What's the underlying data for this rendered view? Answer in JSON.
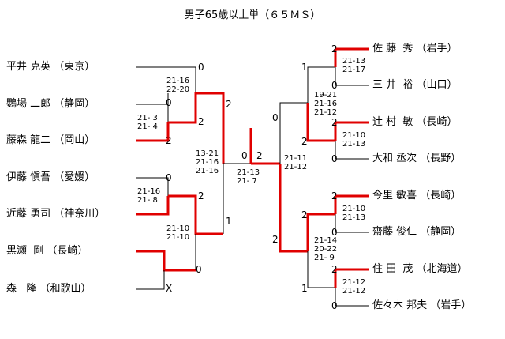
{
  "title": "男子65歳以上単（６５ＭＳ）",
  "colors": {
    "winner_line": "#e00000",
    "loser_line": "#000000"
  },
  "left_players": [
    {
      "name": "平井 克英",
      "pref": "（東京）"
    },
    {
      "name": "鸚場 二郎",
      "pref": "（静岡）"
    },
    {
      "name": "藤森 龍二",
      "pref": "（岡山）"
    },
    {
      "name": "伊藤 愼吾",
      "pref": "（愛媛）"
    },
    {
      "name": "近藤 勇司",
      "pref": "（神奈川）"
    },
    {
      "name": "黒瀬  剛",
      "pref": "（長崎）"
    },
    {
      "name": "森   隆",
      "pref": "（和歌山）"
    }
  ],
  "right_players": [
    {
      "name": "佐 藤  秀",
      "pref": "（岩手）"
    },
    {
      "name": "三 井  裕",
      "pref": "（山口）"
    },
    {
      "name": "辻 村  敏",
      "pref": "（長崎）"
    },
    {
      "name": "大和 丞次",
      "pref": "（長野）"
    },
    {
      "name": "今里 敏喜",
      "pref": "（長崎）"
    },
    {
      "name": "齋藤 俊仁",
      "pref": "（静岡）"
    },
    {
      "name": "住 田  茂",
      "pref": "（北海道）"
    },
    {
      "name": "佐々木 邦夫",
      "pref": "（岩手）"
    }
  ],
  "scores": {
    "l_m1_top": "0",
    "l_m1_bot": "2",
    "l_m2_top": "0",
    "l_m2_bot": "2",
    "l_m3_top": "0",
    "l_m3_bot": "2",
    "l_m4_top": "0",
    "l_m4_bot": "X",
    "l_m5_top": "2",
    "l_m5_bot": "1",
    "final_left": "0",
    "final_right": "2",
    "r_m1_top": "2",
    "r_m1_bot": "0",
    "r_m2_top": "2",
    "r_m2_bot": "0",
    "r_m3_top": "2",
    "r_m3_bot": "0",
    "r_m4_top": "2",
    "r_m4_bot": "0",
    "r_m5_top": "1",
    "r_m5_bot": "2",
    "r_m6_top": "2",
    "r_m6_bot": "1",
    "r_m7_top": "0",
    "r_m7_bot": "2"
  },
  "game_scores": {
    "l_m1": "21-16\n22-20",
    "l_m2": "21- 3\n21- 4",
    "l_m3": "21-16\n21- 8",
    "l_m4": "21-10\n21-10",
    "l_m5": "13-21\n21-16\n21-16",
    "final": "21-13\n21- 7",
    "r_m1": "21-13\n21-17",
    "r_m2": "21-10\n21-13",
    "r_m3": "21-10\n21-13",
    "r_m4": "21-12\n21-12",
    "r_m5": "19-21\n21-16\n21-12",
    "r_m6": "21-14\n20-22\n21- 9",
    "r_m7": "21-11\n21-12"
  }
}
